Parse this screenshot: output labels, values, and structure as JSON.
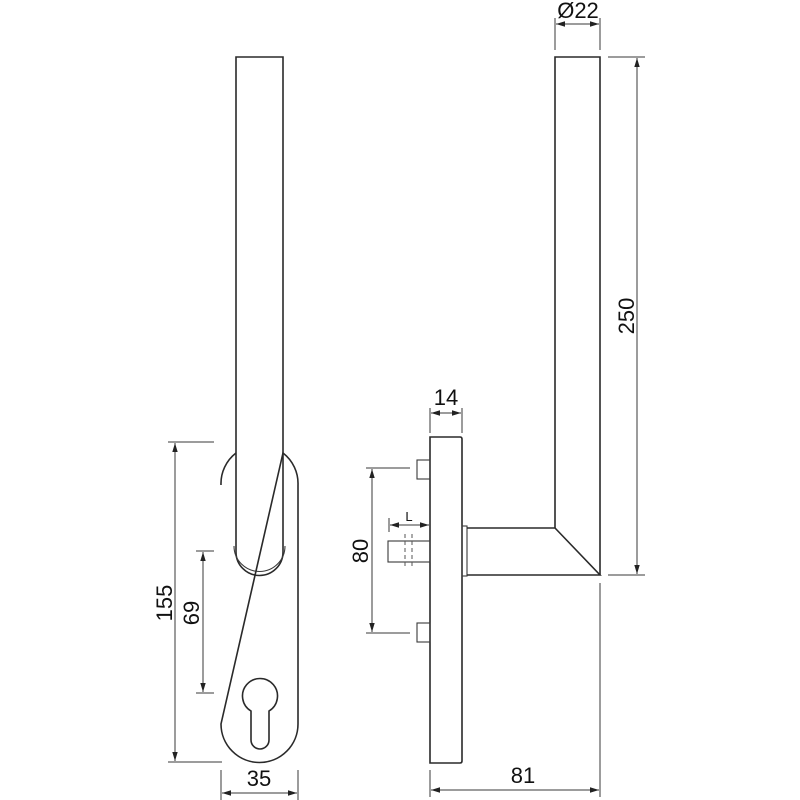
{
  "drawing": {
    "type": "technical-drawing",
    "subject": "lever handle on escutcheon plate with profile cylinder cut-out",
    "views": [
      "front-view",
      "side-view"
    ],
    "line_color": "#2a2a2a",
    "background": "#ffffff"
  },
  "dimensions": {
    "diameter": "Ø22",
    "handle_height": "250",
    "plate_depth": "14",
    "fixing_distance": "80",
    "spindle_length_label": "L",
    "projection": "81",
    "plate_height": "155",
    "spindle_to_cylinder": "69",
    "plate_width": "35"
  }
}
